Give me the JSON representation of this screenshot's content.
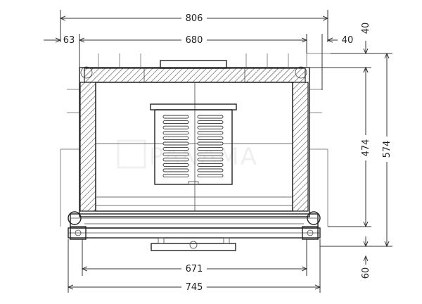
{
  "dimensions": {
    "overall_width": "806",
    "inner_width": "680",
    "left_offset": "63",
    "right_offset": "40",
    "top_offset": "40",
    "inner_height": "474",
    "overall_height": "574",
    "bottom_width": "671",
    "base_width": "745",
    "bottom_offset": "60"
  },
  "watermark": "PANAMA"
}
